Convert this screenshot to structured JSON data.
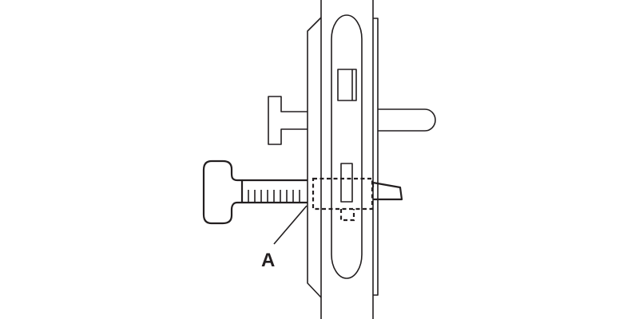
{
  "diagram": {
    "type": "technical-line-drawing",
    "subject": "door lock with key inserted into cylinder",
    "stroke_color": "#231f20",
    "background": "#ffffff",
    "labels": [
      {
        "id": "A",
        "text": "A",
        "points_to": "key-cylinder-insertion-point"
      }
    ],
    "parts": [
      "door-edge",
      "left-escutcheon",
      "oval-faceplate",
      "right-escutcheon",
      "upper-slot",
      "lever-handle",
      "thumb-turn",
      "lower-slot",
      "lock-cylinder-hidden-outline",
      "latch-bolt",
      "key"
    ]
  }
}
